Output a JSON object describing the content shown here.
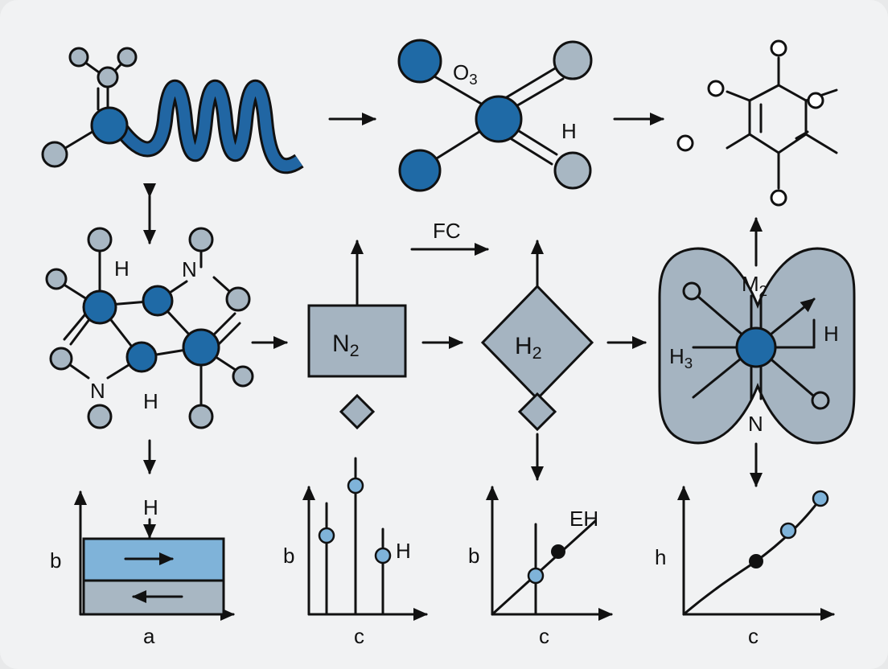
{
  "diagram": {
    "top_row": {
      "molecule_center_label": "O3",
      "molecule_side_label": "H"
    },
    "middle_row": {
      "ring_labels": {
        "h_top": "H",
        "n_top": "N",
        "n_bottom": "N",
        "h_bottom": "H"
      },
      "fc_label": "FC",
      "box_label": "N2",
      "diamond_label": "H2",
      "lobe_labels": {
        "top": "M2",
        "left": "H3",
        "right": "H",
        "bottom": "N"
      }
    },
    "bottom_row": {
      "panel1": {
        "top_label": "H",
        "y_label": "b",
        "x_label": "a"
      },
      "panel2": {
        "side_label": "H",
        "y_label": "b",
        "x_label": "c"
      },
      "panel3": {
        "top_label": "EH",
        "y_label": "b",
        "x_label": "c"
      },
      "panel4": {
        "y_label": "h",
        "x_label": "c"
      }
    }
  },
  "colors": {
    "blue_atom": "#1f6aa6",
    "grey_atom": "#a8b7c3",
    "light_blue": "#7fb3d9",
    "shape_grey": "#a5b4c1"
  }
}
